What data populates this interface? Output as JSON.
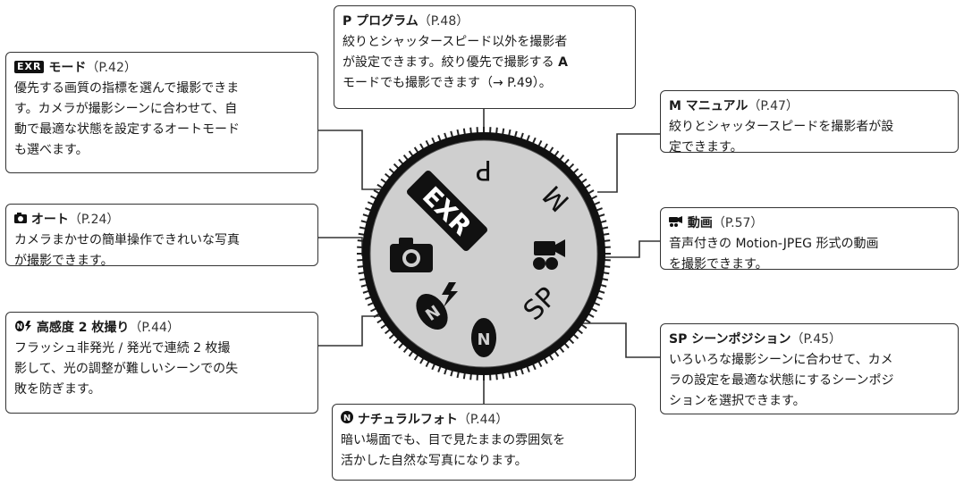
{
  "boxes": {
    "program": {
      "icon_text": "",
      "title": "P プログラム",
      "page": "（P.48）",
      "lines": [
        "絞りとシャッタースピード以外を撮影者",
        "が設定できます。絞り優先で撮影する"
      ],
      "line3_bold": "A",
      "line4": "モードでも撮影できます（→ P.49）。"
    },
    "exr": {
      "icon_text": "EXR",
      "title": "モード",
      "page": "（P.42）",
      "lines": [
        "優先する画質の指標を選んで撮影できま",
        "す。カメラが撮影シーンに合わせて、自",
        "動で最適な状態を設定するオートモード",
        "も選べます。"
      ]
    },
    "manual": {
      "title": "M マニュアル",
      "page": "（P.47）",
      "lines": [
        "絞りとシャッタースピードを撮影者が設",
        "定できます。"
      ]
    },
    "auto": {
      "icon": "camera-icon",
      "title": "オート",
      "page": "（P.24）",
      "lines": [
        "カメラまかせの簡単操作できれいな写真",
        "が撮影できます。"
      ]
    },
    "movie": {
      "icon": "movie-camera-icon",
      "title": "動画",
      "page": "（P.57）",
      "lines": [
        "音声付きの Motion-JPEG 形式の動画",
        "を撮影できます。"
      ]
    },
    "pro_low_light": {
      "icon": "natural-flash-icon",
      "title": "高感度 2 枚撮り",
      "page": "（P.44）",
      "lines": [
        "フラッシュ非発光 / 発光で連続 2 枚撮",
        "影して、光の調整が難しいシーンでの失",
        "敗を防ぎます。"
      ]
    },
    "scene": {
      "title": "SP シーンポジション",
      "page": "（P.45）",
      "lines": [
        "いろいろな撮影シーンに合わせて、カメ",
        "ラの設定を最適な状態にするシーンポジ",
        "ションを選択できます。"
      ]
    },
    "natural": {
      "icon": "natural-n-icon",
      "title": "ナチュラルフォト",
      "page": "（P.44）",
      "lines": [
        "暗い場面でも、目で見たままの雰囲気を",
        "活かした自然な写真になります。"
      ]
    }
  },
  "dial": {
    "labels": {
      "p": "P",
      "m": "M",
      "sp": "SP",
      "exr": "EXR"
    }
  },
  "colors": {
    "dial_face": "#cfcfcf",
    "dial_rim": "#333333",
    "box_border": "#333333",
    "icon": "#111111"
  }
}
